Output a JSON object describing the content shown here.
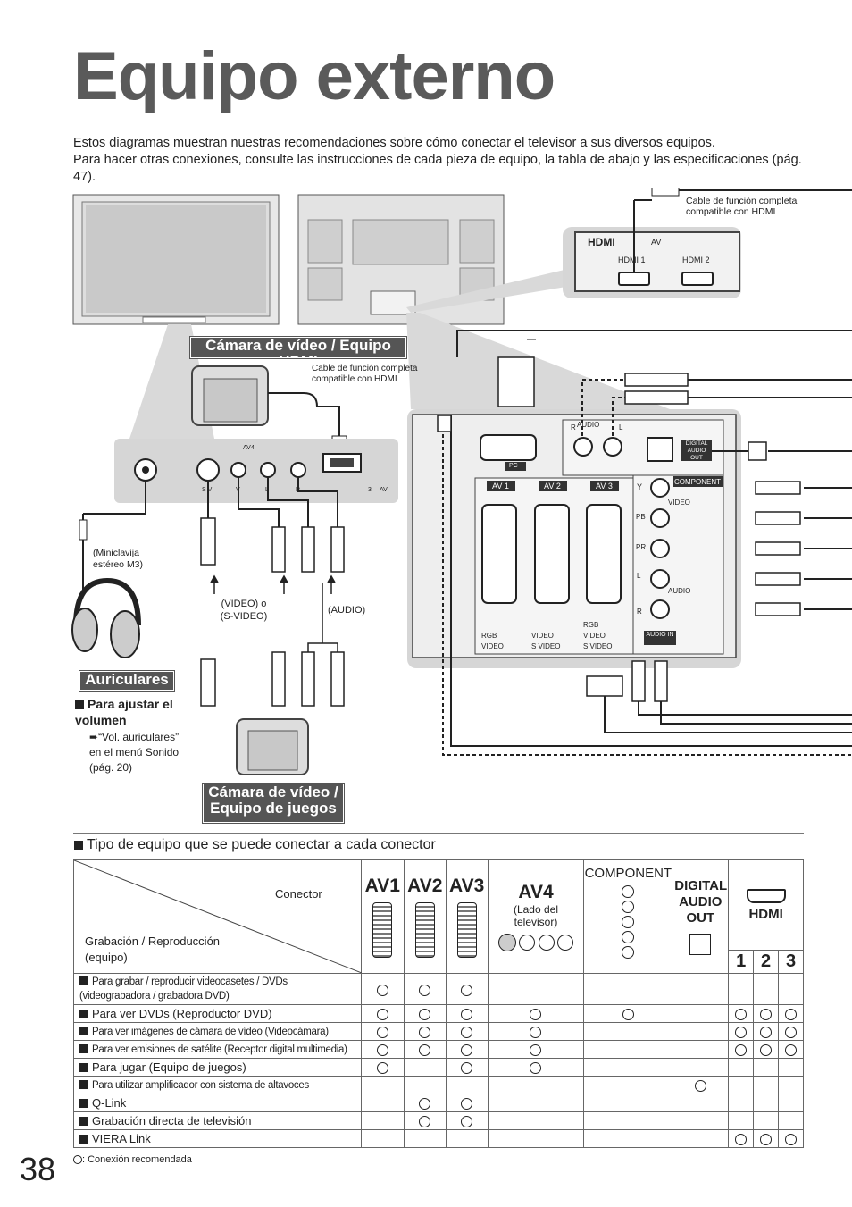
{
  "page_title": "Equipo externo",
  "intro": [
    "Estos diagramas muestran nuestras recomendaciones sobre cómo conectar el televisor a sus diversos equipos.",
    "Para hacer otras conexiones, consulte las instrucciones de cada pieza de equipo, la tabla de abajo y las especificaciones (pág. 47)."
  ],
  "diagram": {
    "cable_hdmi_top": "Cable de función completa compatible con HDMI",
    "hdmi_panel": {
      "logo": "HDMI",
      "av": "AV",
      "hdmi1": "HDMI 1",
      "hdmi2": "HDMI 2"
    },
    "camera_hdmi_label": "Cámara de vídeo / Equipo HDMI",
    "cable_hdmi_mid": "Cable de función completa compatible con HDMI",
    "side_panel": {
      "av4": "AV4",
      "s_v": "S V",
      "v": "V",
      "l": "L",
      "r": "R",
      "hdmi3": "3",
      "av_in": "AV"
    },
    "minijack": "(Miniclavija estéreo M3)",
    "video_label": "(VIDEO) o (S-VIDEO)",
    "audio_label": "(AUDIO)",
    "headphones_label": "Auriculares",
    "volume_title": "Para ajustar el volumen",
    "volume_note": "“Vol. auriculares” en el menú Sonido (pág. 20)",
    "camera_games_label": "Cámara de vídeo / Equipo de juegos",
    "rear_panel": {
      "audio_r": "R",
      "audio": "AUDIO",
      "audio_l": "L",
      "pc": "PC",
      "digital_audio_out": "DIGITAL AUDIO OUT",
      "av1": "AV 1",
      "av2": "AV 2",
      "av3": "AV 3",
      "y": "Y",
      "component": "COMPONENT",
      "pb": "PB",
      "pr": "PR",
      "video": "VIDEO",
      "l": "L",
      "r": "R",
      "audio2": "AUDIO",
      "audio_in": "AUDIO IN",
      "av1_rgb": "RGB",
      "av1_video": "VIDEO",
      "av2_video": "VIDEO",
      "av2_svideo": "S VIDEO",
      "av3_rgb": "RGB",
      "av3_video": "VIDEO",
      "av3_svideo": "S VIDEO"
    }
  },
  "table": {
    "title": "Tipo de equipo que se puede conectar a cada conector",
    "corner_connector": "Conector",
    "corner_equipment": "Grabación / Reproducción (equipo)",
    "headers": {
      "av1": "AV1",
      "av2": "AV2",
      "av3": "AV3",
      "av4": "AV4",
      "av4_sub": "(Lado del televisor)",
      "component": "COMPONENT",
      "digital": "DIGITAL AUDIO OUT",
      "hdmi": "HDMI",
      "hdmi1": "1",
      "hdmi2": "2",
      "hdmi3": "3"
    },
    "rows": [
      {
        "label": "Para grabar / reproducir videocasetes / DVDs (videograbadora / grabadora DVD)",
        "marks": [
          1,
          1,
          1,
          0,
          0,
          0,
          0,
          0,
          0
        ]
      },
      {
        "label": "Para ver DVDs (Reproductor DVD)",
        "marks": [
          1,
          1,
          1,
          1,
          1,
          0,
          1,
          1,
          1
        ]
      },
      {
        "label": "Para ver imágenes de cámara de vídeo (Videocámara)",
        "marks": [
          1,
          1,
          1,
          1,
          0,
          0,
          1,
          1,
          1
        ]
      },
      {
        "label": "Para ver emisiones de satélite (Receptor digital multimedia)",
        "marks": [
          1,
          1,
          1,
          1,
          0,
          0,
          1,
          1,
          1
        ]
      },
      {
        "label": "Para jugar (Equipo de juegos)",
        "marks": [
          1,
          0,
          1,
          1,
          0,
          0,
          0,
          0,
          0
        ]
      },
      {
        "label": "Para utilizar amplificador con sistema de altavoces",
        "marks": [
          0,
          0,
          0,
          0,
          0,
          1,
          0,
          0,
          0
        ]
      },
      {
        "label": "Q-Link",
        "marks": [
          0,
          1,
          1,
          0,
          0,
          0,
          0,
          0,
          0
        ]
      },
      {
        "label": "Grabación directa de televisión",
        "marks": [
          0,
          1,
          1,
          0,
          0,
          0,
          0,
          0,
          0
        ]
      },
      {
        "label": "VIERA Link",
        "marks": [
          0,
          0,
          0,
          0,
          0,
          0,
          1,
          1,
          1
        ]
      }
    ]
  },
  "legend": ": Conexión recomendada",
  "page_number": "38"
}
